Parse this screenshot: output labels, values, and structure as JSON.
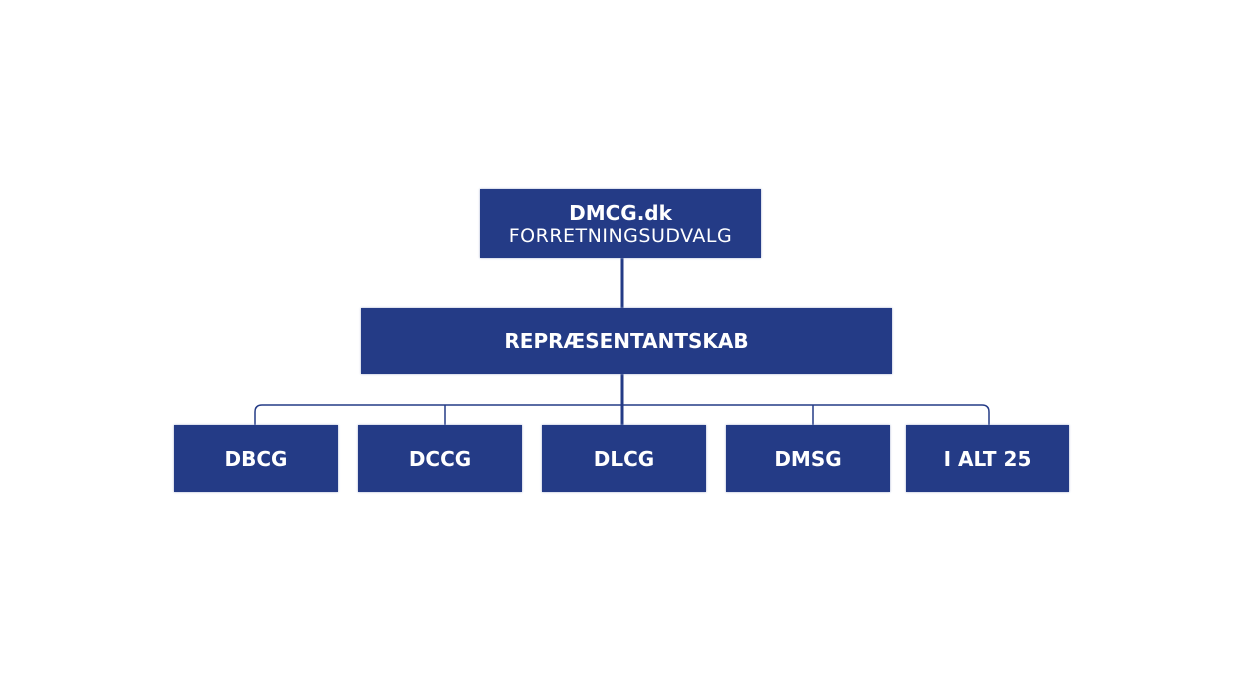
{
  "top": {
    "title": "DMCG.dk",
    "subtitle": "FORRETNINGSUDVALG"
  },
  "middle": {
    "label": "REPRÆSENTANTSKAB"
  },
  "groups": [
    "DBCG",
    "DCCG",
    "DLCG",
    "DMSG",
    "I ALT 25"
  ],
  "colors": {
    "box": "#243b86",
    "line": "#243b86"
  }
}
